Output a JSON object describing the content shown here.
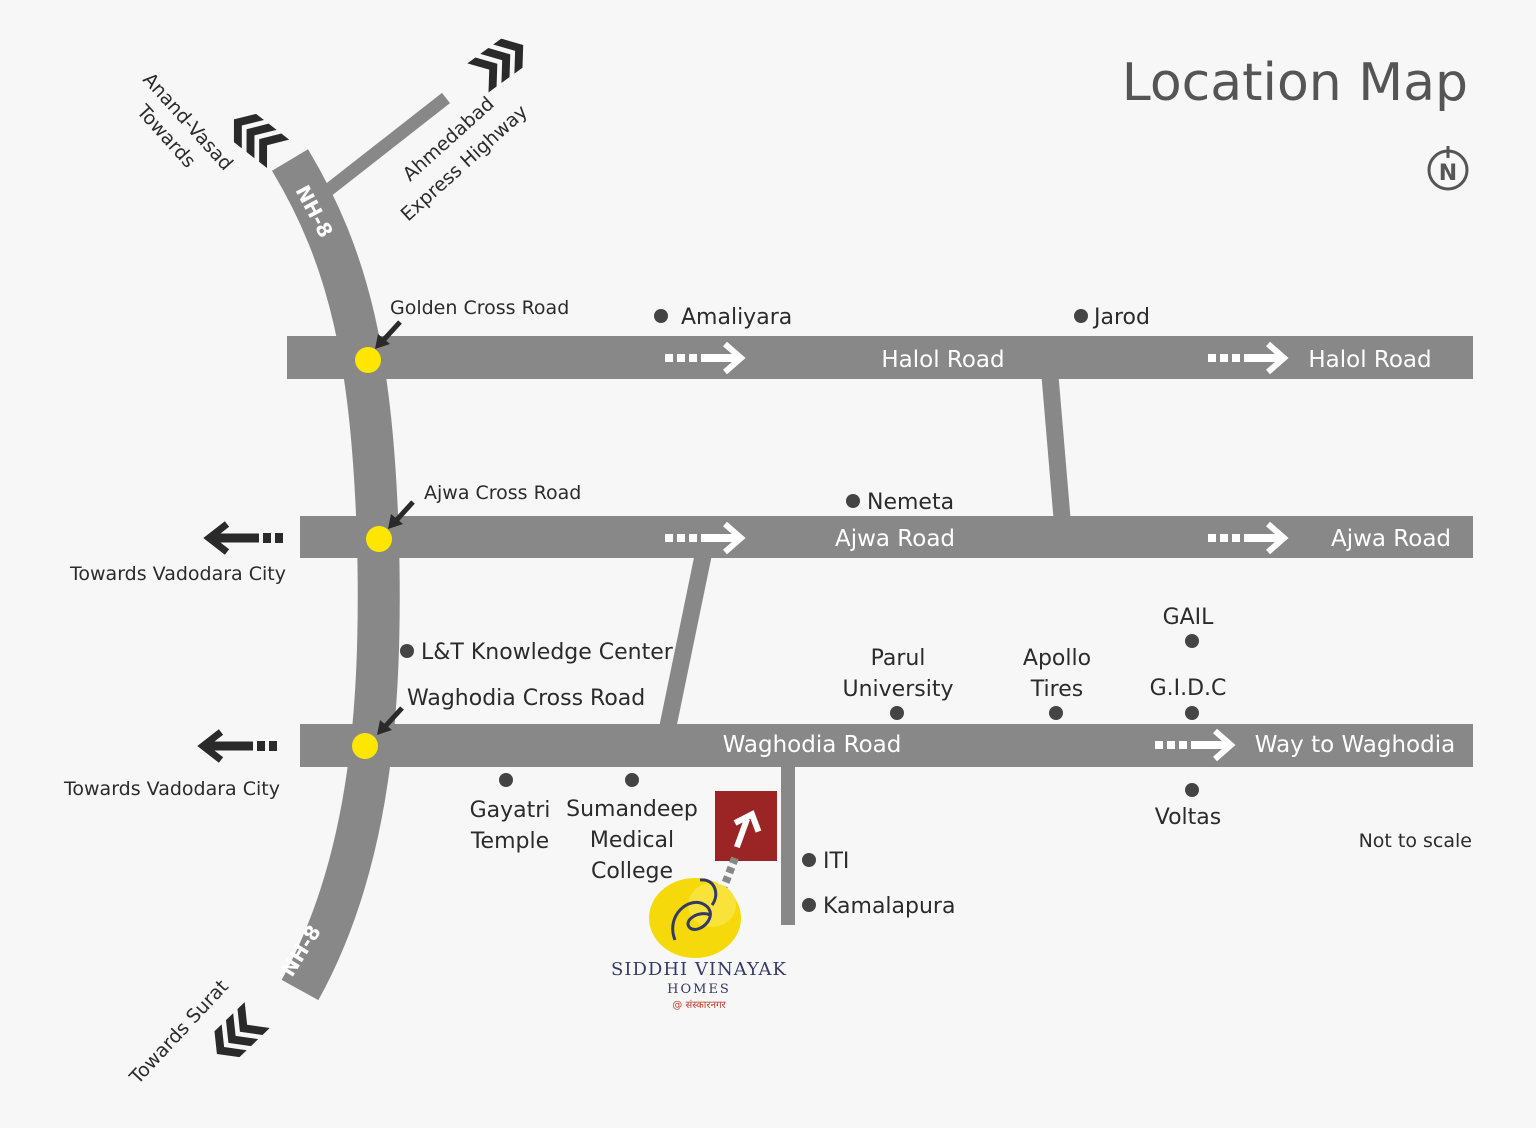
{
  "title": "Location Map",
  "north_label": "N",
  "scale_note": "Not to scale",
  "colors": {
    "road": "#888888",
    "junction": "#ffe600",
    "site_marker": "#9b2424",
    "arrow_dark": "#2a2a2a",
    "text": "#2b2b2b"
  },
  "highway": {
    "name_top": "NH-8",
    "name_bottom": "NH-8",
    "towards_north_line1": "Anand-Vasad",
    "towards_north_line2": "Towards",
    "towards_expressway_line1": "Ahmedabad",
    "towards_expressway_line2": "Express Highway",
    "towards_south": "Towards Surat"
  },
  "roads": {
    "halol": "Halol Road",
    "halol_end": "Halol Road",
    "ajwa": "Ajwa Road",
    "ajwa_end": "Ajwa Road",
    "waghodia": "Waghodia Road",
    "waghodia_end": "Way to Waghodia"
  },
  "junctions": {
    "golden": "Golden Cross Road",
    "ajwa": "Ajwa Cross Road",
    "waghodia": "Waghodia Cross Road"
  },
  "towards_city_1": "Towards Vadodara City",
  "towards_city_2": "Towards Vadodara City",
  "landmarks": {
    "amaliyara": "Amaliyara",
    "jarod": "Jarod",
    "nemeta": "Nemeta",
    "lt": "L&T Knowledge Center",
    "parul_1": "Parul",
    "parul_2": "University",
    "apollo_1": "Apollo",
    "apollo_2": "Tires",
    "gail": "GAIL",
    "gidc": "G.I.D.C",
    "voltas": "Voltas",
    "gayatri_1": "Gayatri",
    "gayatri_2": "Temple",
    "sumandeep_1": "Sumandeep",
    "sumandeep_2": "Medical",
    "sumandeep_3": "College",
    "iti": "ITI",
    "kamalapura": "Kamalapura"
  },
  "logo": {
    "name": "SIDDHI VINAYAK",
    "sub": "HOMES",
    "tag": "@ संस्कारनगर"
  }
}
